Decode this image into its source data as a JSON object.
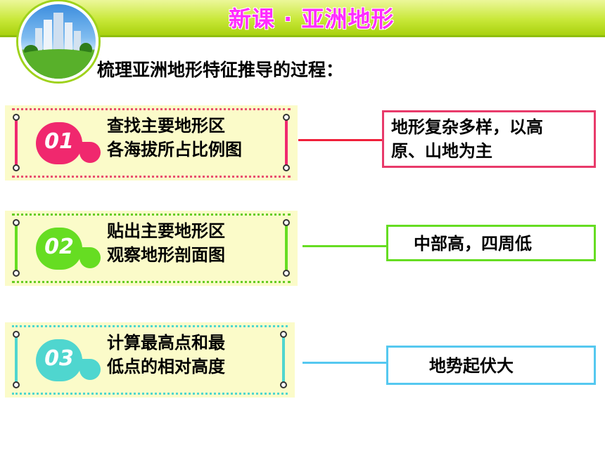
{
  "header": {
    "title": "新课 · 亚洲地形"
  },
  "subtitle": "梳理亚洲地形特征推导的过程：",
  "steps": [
    {
      "number": "01",
      "line1": "查找主要地形区",
      "line2": "各海拔所占比例图",
      "result": [
        "地形复杂多样，以高",
        "原、山地为主"
      ],
      "color": "#f0286e",
      "border_color": "#e83a6a"
    },
    {
      "number": "02",
      "line1": "贴出主要地形区",
      "line2": "观察地形剖面图",
      "result": [
        "中部高，四周低"
      ],
      "color": "#66dd22",
      "border_color": "#66dd22"
    },
    {
      "number": "03",
      "line1": "计算最高点和最",
      "line2": "低点的相对高度",
      "result": [
        "地势起伏大"
      ],
      "color": "#4fd6cf",
      "border_color": "#55c8f0"
    }
  ],
  "icons": {
    "logo": "city-landscape-icon"
  }
}
